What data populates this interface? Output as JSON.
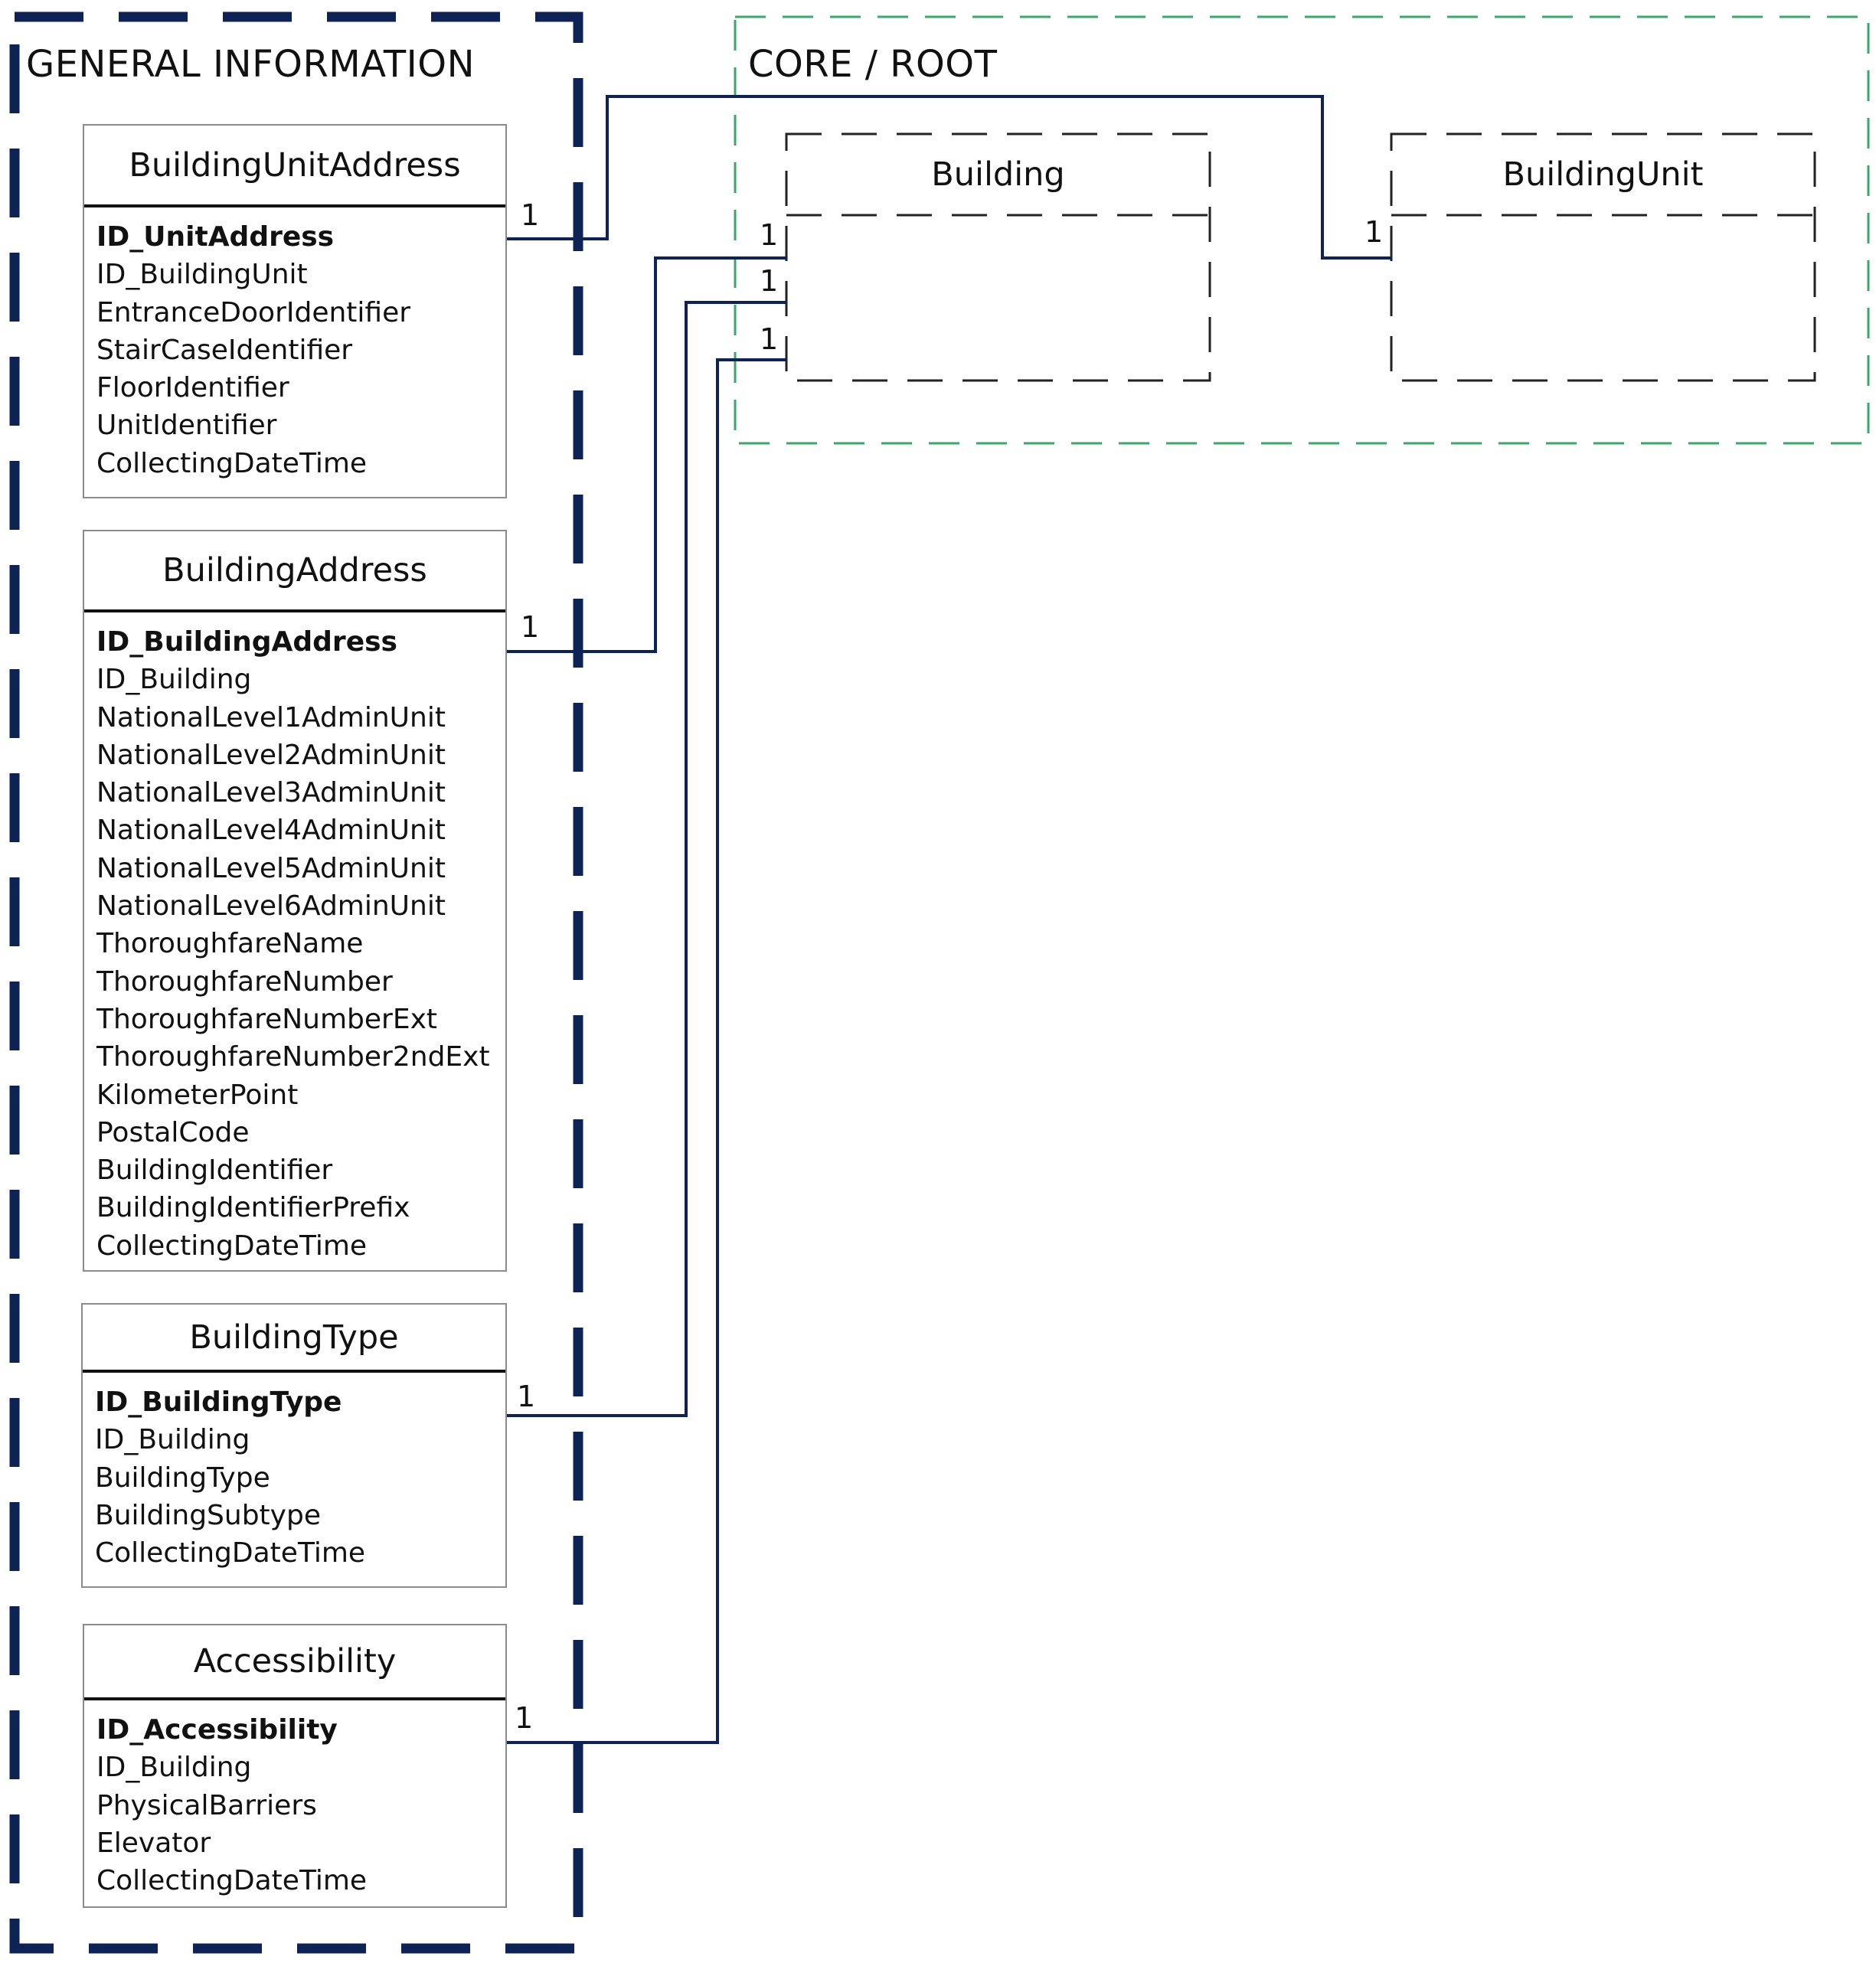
{
  "groups": {
    "general": {
      "label": "GENERAL INFORMATION",
      "border_color": "#0d2355"
    },
    "core": {
      "label": "CORE / ROOT",
      "border_color": "#3aa868"
    }
  },
  "entities": {
    "building_unit_address": {
      "title": "BuildingUnitAddress",
      "fields": [
        "ID_UnitAddress",
        "ID_BuildingUnit",
        "EntranceDoorIdentifier",
        "StairCaseIdentifier",
        "FloorIdentifier",
        "UnitIdentifier",
        "CollectingDateTime"
      ]
    },
    "building_address": {
      "title": "BuildingAddress",
      "fields": [
        "ID_BuildingAddress",
        "ID_Building",
        "NationalLevel1AdminUnit",
        "NationalLevel2AdminUnit",
        "NationalLevel3AdminUnit",
        "NationalLevel4AdminUnit",
        "NationalLevel5AdminUnit",
        "NationalLevel6AdminUnit",
        "ThoroughfareName",
        "ThoroughfareNumber",
        "ThoroughfareNumberExt",
        "ThoroughfareNumber2ndExt",
        "KilometerPoint",
        "PostalCode",
        "BuildingIdentifier",
        "BuildingIdentifierPrefix",
        "CollectingDateTime"
      ]
    },
    "building_type": {
      "title": "BuildingType",
      "fields": [
        "ID_BuildingType",
        "ID_Building",
        "BuildingType",
        "BuildingSubtype",
        "CollectingDateTime"
      ]
    },
    "accessibility": {
      "title": "Accessibility",
      "fields": [
        "ID_Accessibility",
        "ID_Building",
        "PhysicalBarriers",
        "Elevator",
        "CollectingDateTime"
      ]
    },
    "building": {
      "title": "Building"
    },
    "building_unit": {
      "title": "BuildingUnit"
    }
  },
  "multiplicities": {
    "unit_address_source": "1",
    "building_address_source": "1",
    "building_type_source": "1",
    "accessibility_source": "1",
    "building_in_1": "1",
    "building_in_2": "1",
    "building_in_3": "1",
    "building_unit_in": "1"
  },
  "colors": {
    "connector": "#0d2355",
    "core_border": "#3aa868",
    "general_border": "#0d2355",
    "core_entity_border": "#222222"
  }
}
